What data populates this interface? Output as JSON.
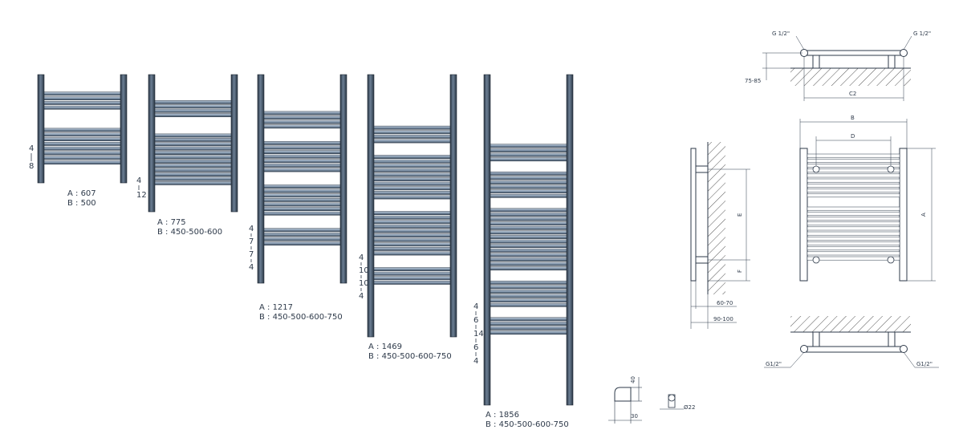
{
  "radiators": [
    {
      "a_label": "A : 607",
      "b_label": "B :  500",
      "groups": [
        "4",
        "8"
      ]
    },
    {
      "a_label": "A : 775",
      "b_label": "B :  450-500-600",
      "groups": [
        "4",
        "12"
      ]
    },
    {
      "a_label": "A : 1217",
      "b_label": "B :  450-500-600-750",
      "groups": [
        "4",
        "7",
        "7",
        "4"
      ]
    },
    {
      "a_label": "A : 1469",
      "b_label": "B :  450-500-600-750",
      "groups": [
        "4",
        "10",
        "10",
        "4"
      ]
    },
    {
      "a_label": "A : 1856",
      "b_label": "B :  450-500-600-750",
      "groups": [
        "4",
        "6",
        "14",
        "6",
        "4"
      ]
    }
  ],
  "profiles": {
    "height": "40",
    "width": "30",
    "diameter": "Ø22"
  },
  "side_view": {
    "wall_distance_1": "60-70",
    "wall_distance_2": "90-100",
    "dim_e": "E",
    "dim_f": "F"
  },
  "top_view": {
    "connection_left": "G 1/2\"",
    "connection_right": "G 1/2\"",
    "offset": "75-85",
    "dim_c2": "C2"
  },
  "front_view": {
    "dim_b": "B",
    "dim_d": "D",
    "dim_a": "A"
  },
  "bottom_view": {
    "connection_left": "G1/2\"",
    "connection_right": "G1/2\""
  },
  "colors": {
    "rail": "#5d6f83",
    "rail_dark": "#2a3644",
    "tube": "#7f93a9",
    "tube_light": "#b4c3d3",
    "line": "#2e3a4a"
  }
}
